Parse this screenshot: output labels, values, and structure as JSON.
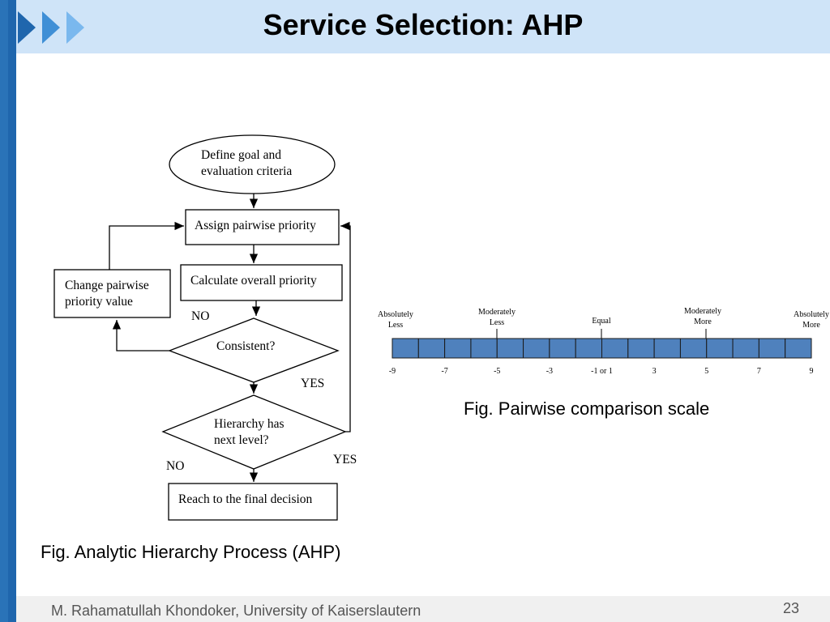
{
  "slide": {
    "title": "Service Selection: AHP",
    "footer_author": "M. Rahamatullah Khondoker, University of Kaiserslautern",
    "page_number": "23"
  },
  "flowchart": {
    "caption": "Fig. Analytic Hierarchy Process (AHP)",
    "start_line1": "Define   goal   and",
    "start_line2": "evaluation criteria",
    "assign": "Assign pairwise priority",
    "calculate": "Calculate overall priority",
    "change_line1": "Change pairwise",
    "change_line2": "priority value",
    "consistent": "Consistent?",
    "hierarchy_line1": "Hierarchy has",
    "hierarchy_line2": "next level?",
    "final": "Reach to the final decision",
    "no_1": "NO",
    "yes_1": "YES",
    "yes_2": "YES",
    "no_2": "NO"
  },
  "scale": {
    "caption": "Fig. Pairwise comparison scale",
    "labels": {
      "abs_less_1": "Absolutely",
      "abs_less_2": "Less",
      "mod_less_1": "Moderately",
      "mod_less_2": "Less",
      "equal": "Equal",
      "mod_more_1": "Moderately",
      "mod_more_2": "More",
      "abs_more_1": "Absolutely",
      "abs_more_2": "More"
    },
    "ticks": [
      "-9",
      "-7",
      "-5",
      "-3",
      "-1 or 1",
      "3",
      "5",
      "7",
      "9"
    ],
    "segments": 16,
    "bar_color": "#4f81bd"
  }
}
